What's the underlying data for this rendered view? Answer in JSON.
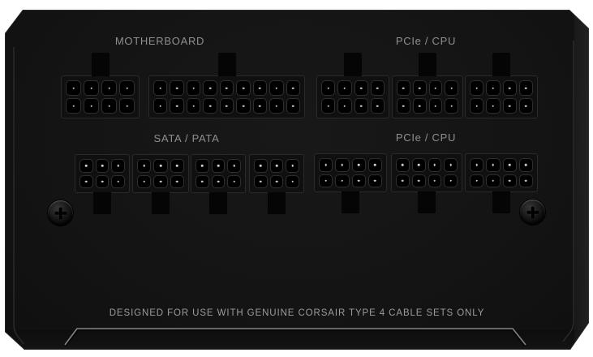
{
  "product": {
    "description": "Corsair modular power supply connector panel (product photo)"
  },
  "sections": [
    {
      "id": "motherboard",
      "label": "MOTHERBOARD",
      "tab_side": "top",
      "connectors": [
        {
          "type": "8-pin",
          "rows": 2,
          "cols": 4
        },
        {
          "type": "18-pin",
          "rows": 2,
          "cols": 9
        }
      ]
    },
    {
      "id": "pcie-cpu-top",
      "label": "PCIe / CPU",
      "tab_side": "top",
      "connectors": [
        {
          "type": "8-pin",
          "rows": 2,
          "cols": 4
        },
        {
          "type": "8-pin",
          "rows": 2,
          "cols": 4
        },
        {
          "type": "8-pin",
          "rows": 2,
          "cols": 4
        }
      ]
    },
    {
      "id": "sata-pata",
      "label": "SATA / PATA",
      "tab_side": "bottom",
      "connectors": [
        {
          "type": "6-pin",
          "rows": 2,
          "cols": 3
        },
        {
          "type": "6-pin",
          "rows": 2,
          "cols": 3
        },
        {
          "type": "6-pin",
          "rows": 2,
          "cols": 3
        },
        {
          "type": "6-pin",
          "rows": 2,
          "cols": 3
        }
      ]
    },
    {
      "id": "pcie-cpu-bottom",
      "label": "PCIe / CPU",
      "tab_side": "bottom",
      "connectors": [
        {
          "type": "8-pin",
          "rows": 2,
          "cols": 4
        },
        {
          "type": "8-pin",
          "rows": 2,
          "cols": 4
        },
        {
          "type": "8-pin",
          "rows": 2,
          "cols": 4
        }
      ]
    }
  ],
  "hardware": {
    "screw_count": 2
  },
  "notice": {
    "text": "DESIGNED FOR USE WITH GENUINE CORSAIR TYPE 4 CABLE SETS ONLY"
  },
  "colors": {
    "background": "#ffffff",
    "body": "#141414",
    "connector_housing": "#101010",
    "socket": "#000000",
    "pin_dot": "#cfcfcf",
    "label_text": "#8f8f8f",
    "notice_text": "#9c9c9c",
    "seam_line": "#808080"
  }
}
